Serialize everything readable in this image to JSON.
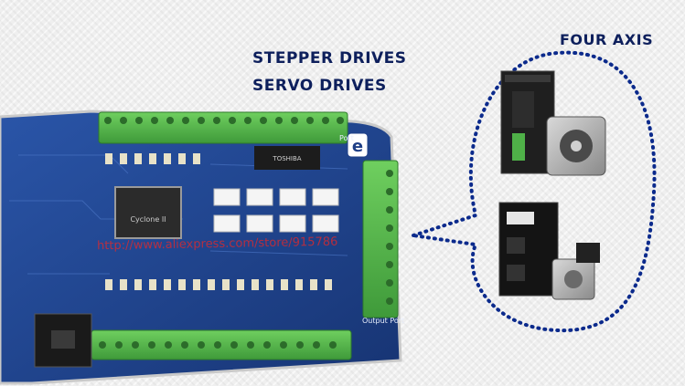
{
  "labels": {
    "four_axis": "FOUR AXIS",
    "stepper_drives": "STEPPER DRIVES",
    "servo_drives": "SERVO DRIVES"
  },
  "board": {
    "logo_letter": "e",
    "chip_text": "Cyclone II",
    "ic_text": "TOSHIBA",
    "output_label": "Output Port",
    "port_label": "Port"
  },
  "watermark": "http://www.aliexpress.com/store/915786",
  "colors": {
    "title": "#0d1f5c",
    "pcb": "#1f3f86",
    "terminal": "#55b84e",
    "bubble_dots": "#0b2a8c",
    "watermark": "#e62828"
  }
}
